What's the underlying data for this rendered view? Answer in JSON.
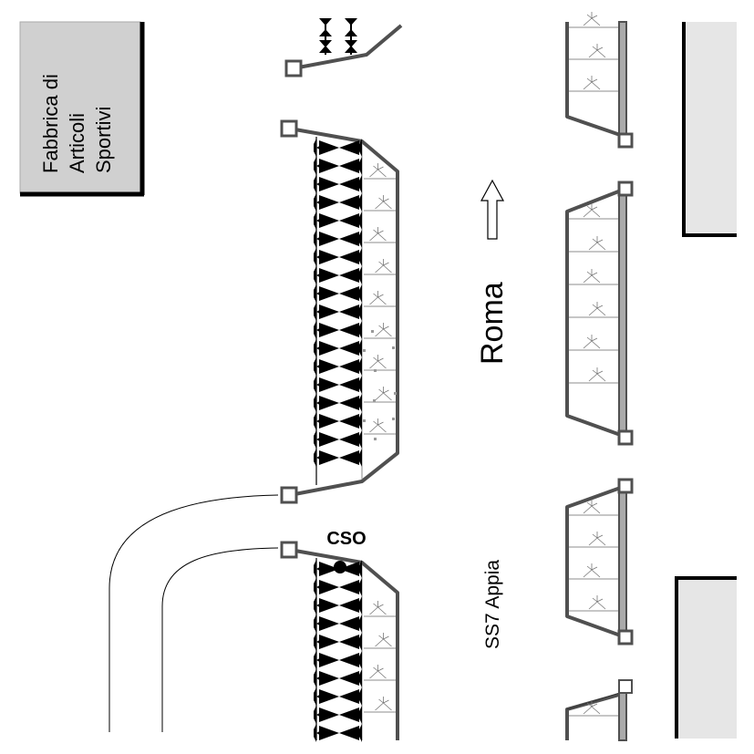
{
  "labels": {
    "factory": [
      "Fabbrica di",
      "Articoli",
      "Sportivi"
    ],
    "direction": "Roma",
    "road": "SS7 Appia",
    "site": "CSO"
  },
  "colors": {
    "background": "#ffffff",
    "building_fill": "#d0d0d0",
    "building_light_fill": "#e6e6e6",
    "outline": "#505050",
    "black": "#000000",
    "hedge_line": "#888888"
  },
  "icons": {
    "direction_arrow": "up-arrow-icon",
    "site_marker": "dot-marker-icon"
  }
}
